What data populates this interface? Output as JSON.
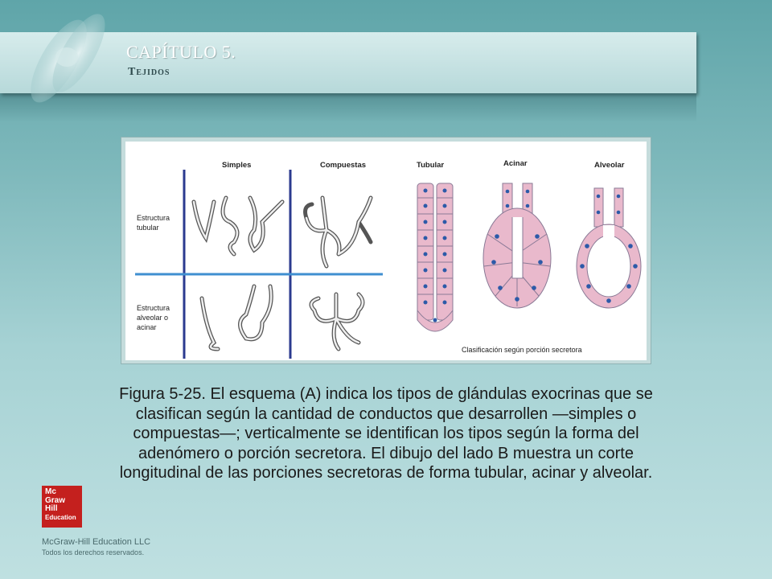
{
  "header": {
    "chapter": "CAPÍTULO 5.",
    "subtitle": "Tejidos"
  },
  "figure": {
    "columns": {
      "simples": "Simples",
      "compuestas": "Compuestas",
      "tubular": "Tubular",
      "acinar": "Acinar",
      "alveolar": "Alveolar"
    },
    "rows": {
      "tubular_line1": "Estructura",
      "tubular_line2": "tubular",
      "alveolar_line1": "Estructura",
      "alveolar_line2": "alveolar o",
      "alveolar_line3": "acinar"
    },
    "footnote": "Clasificación según porción secretora"
  },
  "caption": {
    "label": "Figura 5-25.",
    "text": " El esquema (A) indica los tipos de glándulas exocrinas que se clasifican según la cantidad de conductos que desarrollen —simples o compuestas—; verticalmente se identifican los tipos según la forma del adenómero o porción secretora. El dibujo del lado B muestra un corte longitudinal de las porciones secretoras de forma tubular, acinar y alveolar."
  },
  "logo": {
    "line1": "Mc",
    "line2": "Graw",
    "line3": "Hill",
    "line4": "Education"
  },
  "footer": {
    "company": "McGraw-Hill Education LLC",
    "rights": "Todos los derechos reservados."
  },
  "colors": {
    "background": "#7fb9bc",
    "header_band": "#c9e4e5",
    "grid_lines": "#2b3a8f",
    "cell_fill": "#e9b9cc",
    "nucleus": "#2c5aa8",
    "logo_red": "#c4201e"
  }
}
